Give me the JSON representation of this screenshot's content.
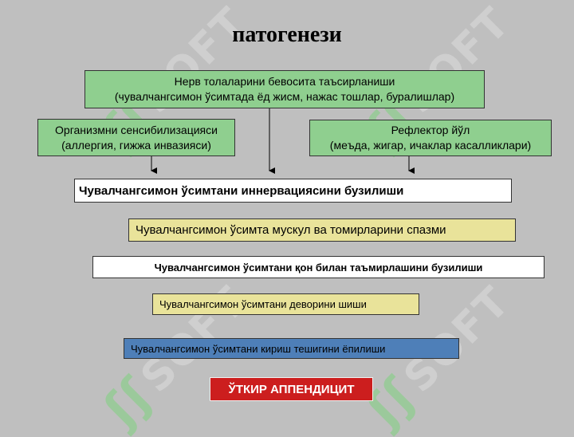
{
  "title": "патогенези",
  "watermark": "SOFT",
  "boxes": {
    "top": {
      "line1": "Нерв толаларини бевосита таъсирланиши",
      "line2": "(чувалчангсимон ўсимтада ёд жисм, нажас тошлар, буралишлар)"
    },
    "left": {
      "line1": "Организмни сенсибилизацияси",
      "line2": "(аллергия, гижжа инвазияси)"
    },
    "right": {
      "line1": "Рефлектор йўл",
      "line2": "(меъда, жигар, ичаклар касалликлари)"
    },
    "innervation": "Чувалчангсимон ўсимтани иннервациясини бузилиши",
    "spasm": "Чувалчангсимон ўсимта мускул ва томирларини спазми",
    "blood": "Чувалчангсимон ўсимтани қон билан таъмирлашини бузилиши",
    "swelling": "Чувалчангсимон ўсимтани деворини шиши",
    "entrance": "Чувалчангсимон ўсимтани кириш тешигини ёпилиши",
    "result": "ЎТКИР АППЕНДИЦИТ"
  },
  "colors": {
    "background": "#bfbfbf",
    "green_box": "#8fcf8f",
    "yellow_box": "#e9e39a",
    "blue_box": "#4e7fb8",
    "red_box": "#cc1e1e"
  }
}
